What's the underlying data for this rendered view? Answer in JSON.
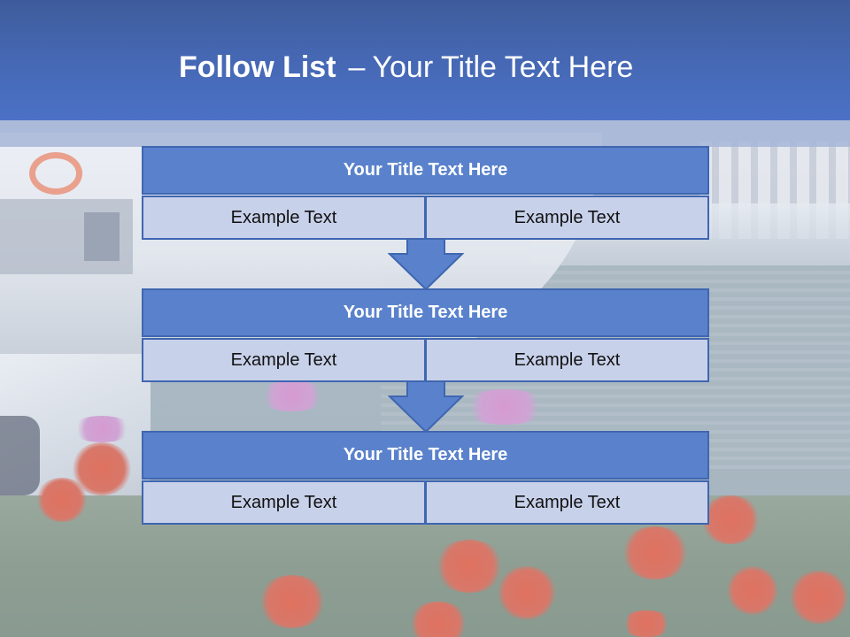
{
  "slide": {
    "title_bold": "Follow List",
    "title_dash": "–",
    "title_rest": "Your Title Text Here"
  },
  "blocks": [
    {
      "title": "Your Title Text Here",
      "left": "Example Text",
      "right": "Example Text"
    },
    {
      "title": "Your Title Text Here",
      "left": "Example Text",
      "right": "Example Text"
    },
    {
      "title": "Your Title Text Here",
      "left": "Example Text",
      "right": "Example Text"
    }
  ],
  "colors": {
    "header": "#4668b4",
    "block_title": "#5a82cc",
    "block_cell": "#c8d1ea",
    "border": "#3f66b0",
    "arrow": "#5a82cc"
  },
  "icons": [
    "down-arrow-icon"
  ]
}
